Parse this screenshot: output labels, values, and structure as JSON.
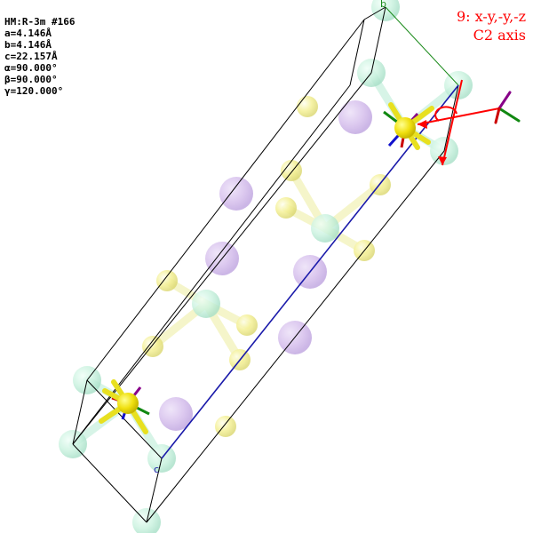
{
  "cell_info": {
    "hm_symbol": "HM:R-3m #166",
    "a": "a=4.146Å",
    "b": "b=4.146Å",
    "c": "c=22.157Å",
    "alpha": "α=90.000°",
    "beta": "β=90.000°",
    "gamma": "γ=120.000°"
  },
  "symmetry_op": {
    "operation": "9: x-y,-y,-z",
    "element": "C2 axis",
    "color": "#ff0000"
  },
  "axes": {
    "b_label": "b",
    "c_label": "c",
    "b_color": "#1a8a1a",
    "c_color": "#1a1aaa"
  },
  "colors": {
    "yellow_atom": "#f0f080",
    "mint_atom": "#b8f0d8",
    "purple_atom": "#c8a8e8",
    "axis_red": "#ff0000",
    "axis_green": "#118811",
    "axis_blue": "#1111cc",
    "axis_purple": "#880088"
  }
}
